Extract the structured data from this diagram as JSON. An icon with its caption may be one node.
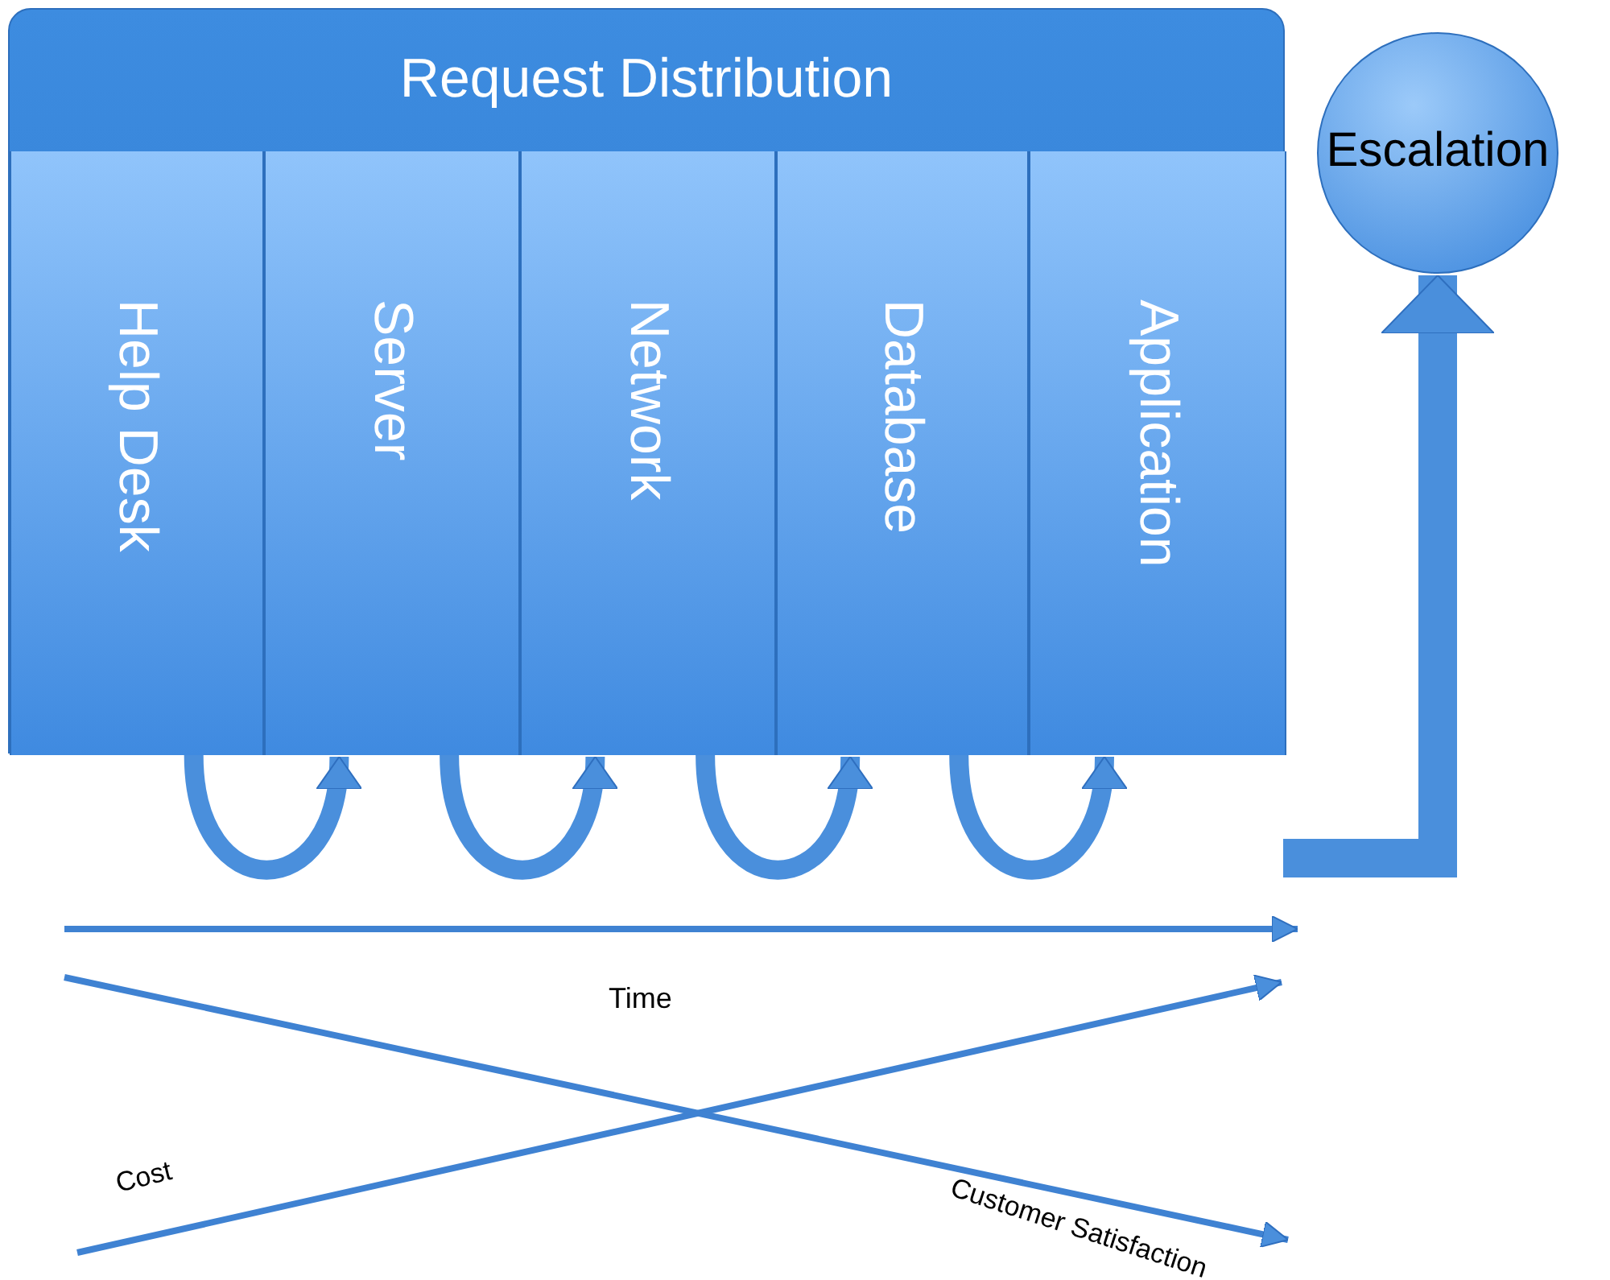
{
  "diagram": {
    "nodes": [
      {
        "text": [
          "Request Distribution"
        ]
      },
      {
        "text": [
          "Help Desk"
        ],
        "in": 0
      },
      {
        "text": [
          "Server"
        ],
        "in": 0
      },
      {
        "text": [
          "Network"
        ],
        "in": 0
      },
      {
        "text": [
          "Database"
        ],
        "in": 0
      },
      {
        "text": [
          "Application"
        ],
        "in": 0
      },
      {
        "text": [
          "Escalation"
        ]
      }
    ],
    "edges": [
      {
        "from": 1,
        "to": 2,
        "arrow": "to"
      },
      {
        "from": 2,
        "to": 3,
        "arrow": "to"
      },
      {
        "from": 3,
        "to": 4,
        "arrow": "to"
      },
      {
        "from": 4,
        "to": 5,
        "arrow": "to"
      },
      {
        "from": null,
        "to": 6,
        "arrow": "to",
        "style": "thick"
      }
    ],
    "labels": [
      "Time",
      "Cost",
      "Customer Satisfaction"
    ]
  }
}
